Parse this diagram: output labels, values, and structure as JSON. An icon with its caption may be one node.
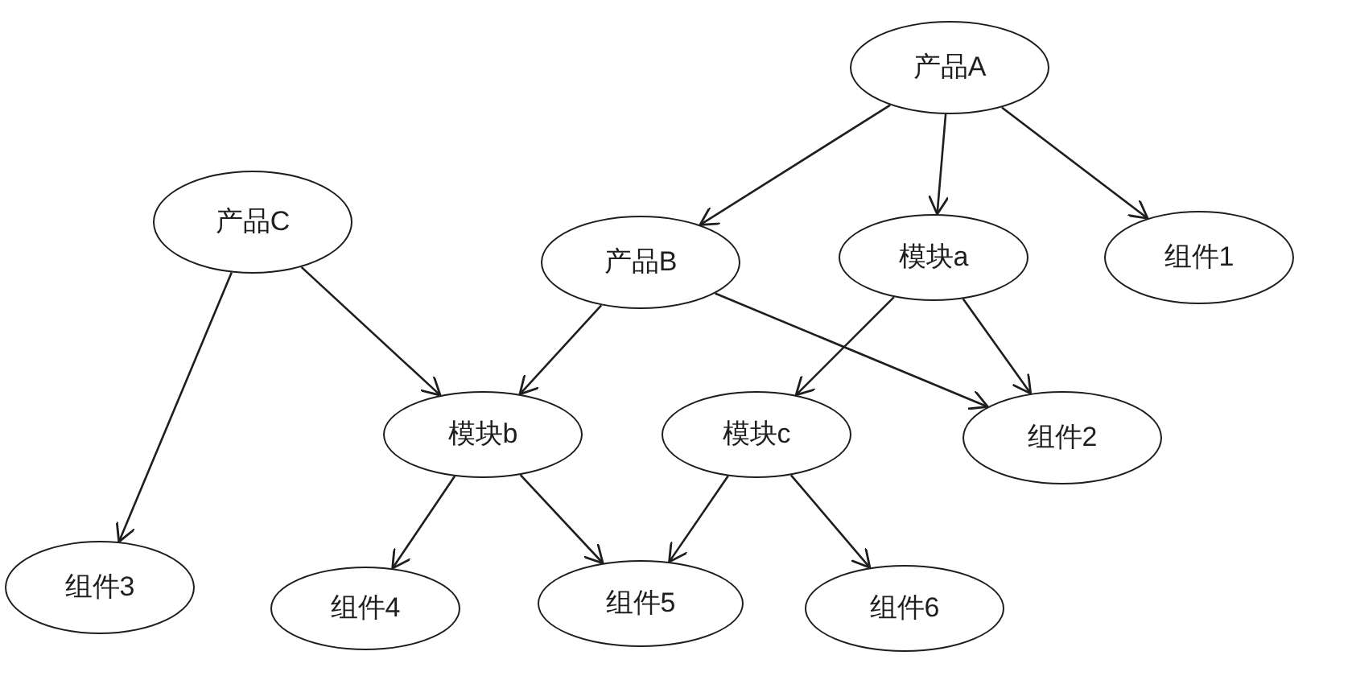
{
  "diagram": {
    "nodes": [
      {
        "text": [
          "产品A"
        ]
      },
      {
        "text": [
          "产品C"
        ]
      },
      {
        "text": [
          "产品B"
        ]
      },
      {
        "text": [
          "模块a"
        ]
      },
      {
        "text": [
          "组件1"
        ]
      },
      {
        "text": [
          "模块b"
        ]
      },
      {
        "text": [
          "模块c"
        ]
      },
      {
        "text": [
          "组件2"
        ]
      },
      {
        "text": [
          "组件3"
        ]
      },
      {
        "text": [
          "组件4"
        ]
      },
      {
        "text": [
          "组件5"
        ]
      },
      {
        "text": [
          "组件6"
        ]
      }
    ],
    "edges": [
      {
        "from": 0,
        "to": 2,
        "arrow": "to"
      },
      {
        "from": 0,
        "to": 3,
        "arrow": "to"
      },
      {
        "from": 0,
        "to": 4,
        "arrow": "to"
      },
      {
        "from": 1,
        "to": 5,
        "arrow": "to"
      },
      {
        "from": 1,
        "to": 8,
        "arrow": "to"
      },
      {
        "from": 2,
        "to": 5,
        "arrow": "to"
      },
      {
        "from": 2,
        "to": 7,
        "arrow": "to"
      },
      {
        "from": 3,
        "to": 6,
        "arrow": "to"
      },
      {
        "from": 3,
        "to": 7,
        "arrow": "to"
      },
      {
        "from": 5,
        "to": 9,
        "arrow": "to"
      },
      {
        "from": 5,
        "to": 10,
        "arrow": "to"
      },
      {
        "from": 6,
        "to": 10,
        "arrow": "to"
      },
      {
        "from": 6,
        "to": 11,
        "arrow": "to"
      }
    ]
  }
}
